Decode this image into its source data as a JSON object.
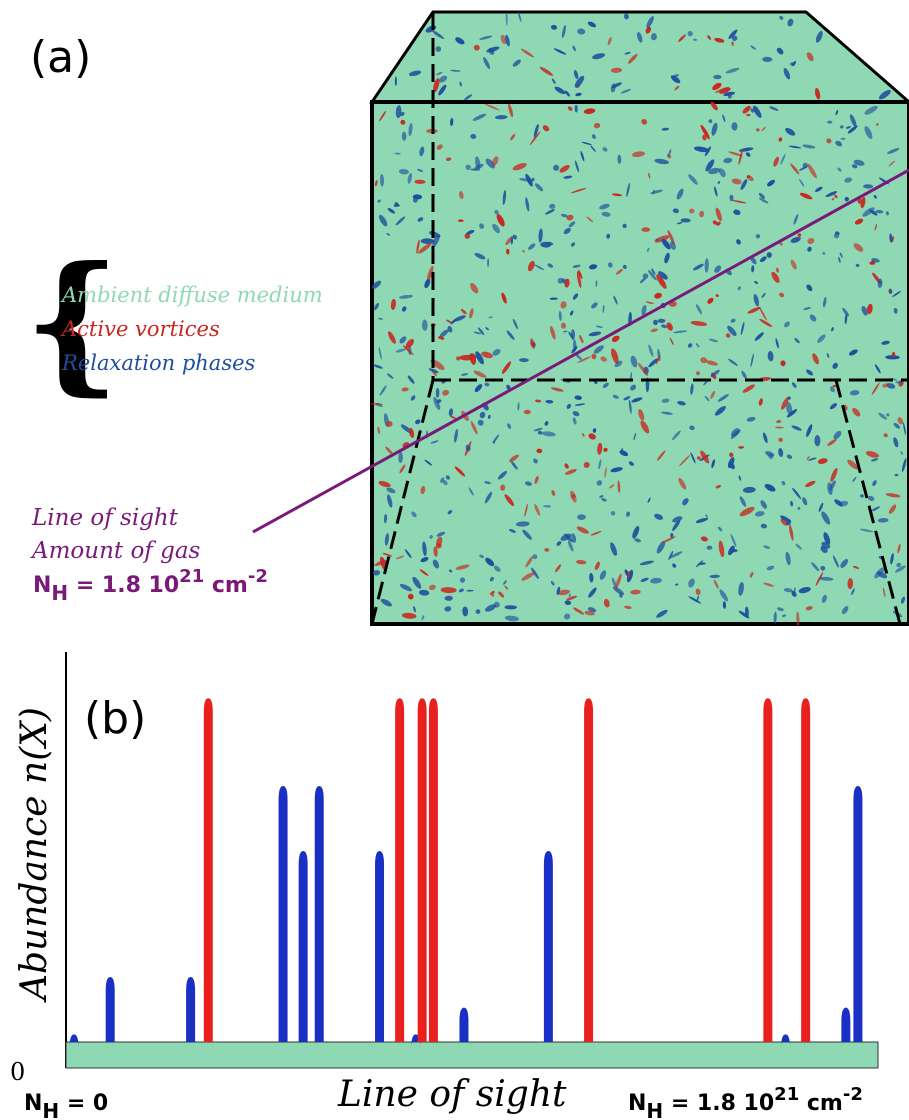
{
  "panel_a": {
    "label": "(a)",
    "legend": {
      "ambient": "Ambient diffuse medium",
      "vortices": "Active vortices",
      "relaxation": "Relaxation phases"
    },
    "line_of_sight": {
      "label": "Line of sight",
      "gas_label": "Amount of gas",
      "nh_prefix": "N",
      "nh_sub": "H",
      "nh_value": " = 1.8 10",
      "nh_exp": "21",
      "nh_unit": " cm",
      "nh_unit_exp": "-2"
    },
    "colors": {
      "ambient": "#8ed9b4",
      "vortices": "#c8261e",
      "relaxation": "#1f4e9c",
      "line_of_sight": "#7a1a78"
    }
  },
  "panel_b": {
    "label": "(b)",
    "ylabel": "Abundance n(X)",
    "xlabel": "Line of sight",
    "y_zero": "0",
    "x_left": {
      "prefix": "N",
      "sub": "H",
      "value": " = 0"
    },
    "x_right": {
      "prefix": "N",
      "sub": "H",
      "value": " = 1.8 10",
      "exp": "21",
      "unit": " cm",
      "unit_exp": "-2"
    },
    "colors": {
      "vortices": "#e8201e",
      "relaxation": "#1a2fc4",
      "baseline": "#8ed9b4"
    }
  },
  "chart_data": {
    "type": "bar",
    "xlabel": "Line of sight",
    "ylabel": "Abundance n(X)",
    "ylim": [
      0,
      1
    ],
    "series": [
      {
        "name": "Relaxation phases",
        "x": [
          0.005,
          0.05,
          0.15,
          0.265,
          0.29,
          0.31,
          0.385,
          0.43,
          0.49,
          0.595,
          0.89,
          0.965,
          0.98
        ],
        "values": [
          0.02,
          0.17,
          0.17,
          0.67,
          0.5,
          0.67,
          0.5,
          0.02,
          0.09,
          0.5,
          0.02,
          0.09,
          0.67
        ]
      },
      {
        "name": "Active vortices",
        "x": [
          0.172,
          0.41,
          0.438,
          0.452,
          0.645,
          0.868,
          0.915
        ],
        "values": [
          0.9,
          0.9,
          0.9,
          0.9,
          0.9,
          0.9,
          0.9
        ]
      }
    ]
  }
}
